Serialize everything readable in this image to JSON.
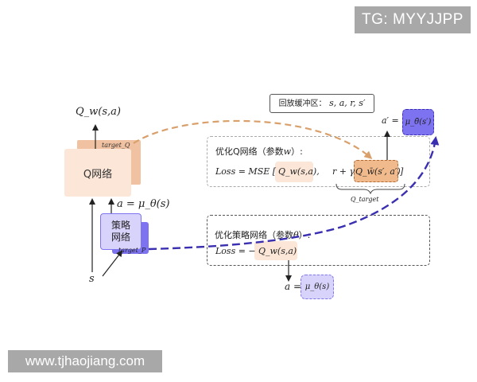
{
  "watermarks": {
    "top": "TG: MYYJJPP",
    "bottom": "www.tjhaojiang.com"
  },
  "labels": {
    "q_output": "Q_w(s,a)",
    "q_network": "Q网络",
    "target_q": "target_Q",
    "action_eq": "a = μ_θ(s)",
    "policy_network_line1": "策略",
    "policy_network_line2": "网络",
    "target_p": "target_P",
    "state": "s",
    "replay_buffer_label": "回放缓冲区：",
    "replay_buffer_vars": "s, a, r, s′",
    "a_prime": "a′ =",
    "mu_prime": "μ_θ̄(s′)",
    "q_opt_title": "优化Q网络（参数",
    "q_opt_param": "w",
    "q_opt_title_end": "）:",
    "q_loss_prefix": "Loss = MSE [",
    "q_loss_q": "Q_w(s,a),",
    "q_loss_r": "r + γ",
    "q_loss_qtarget": "Q_w̄(s′, a′)",
    "q_loss_end": "]",
    "q_target_brace": "Q_target",
    "p_opt_title": "优化策略网络（参数",
    "p_opt_param": "θ",
    "p_opt_title_end": "）:",
    "p_loss_prefix": "Loss = −",
    "p_loss_q": "Q_w(s,a)",
    "a_eq": "a =",
    "mu_s": "μ_θ(s)"
  },
  "colors": {
    "q_orange_light": "#fbe6d7",
    "q_orange": "#f1c2a1",
    "policy_purple": "#7d72f0",
    "policy_purple_light": "#d8d3fb",
    "dash_orange": "#d9a06b",
    "dash_purple": "#3a2fb0"
  }
}
